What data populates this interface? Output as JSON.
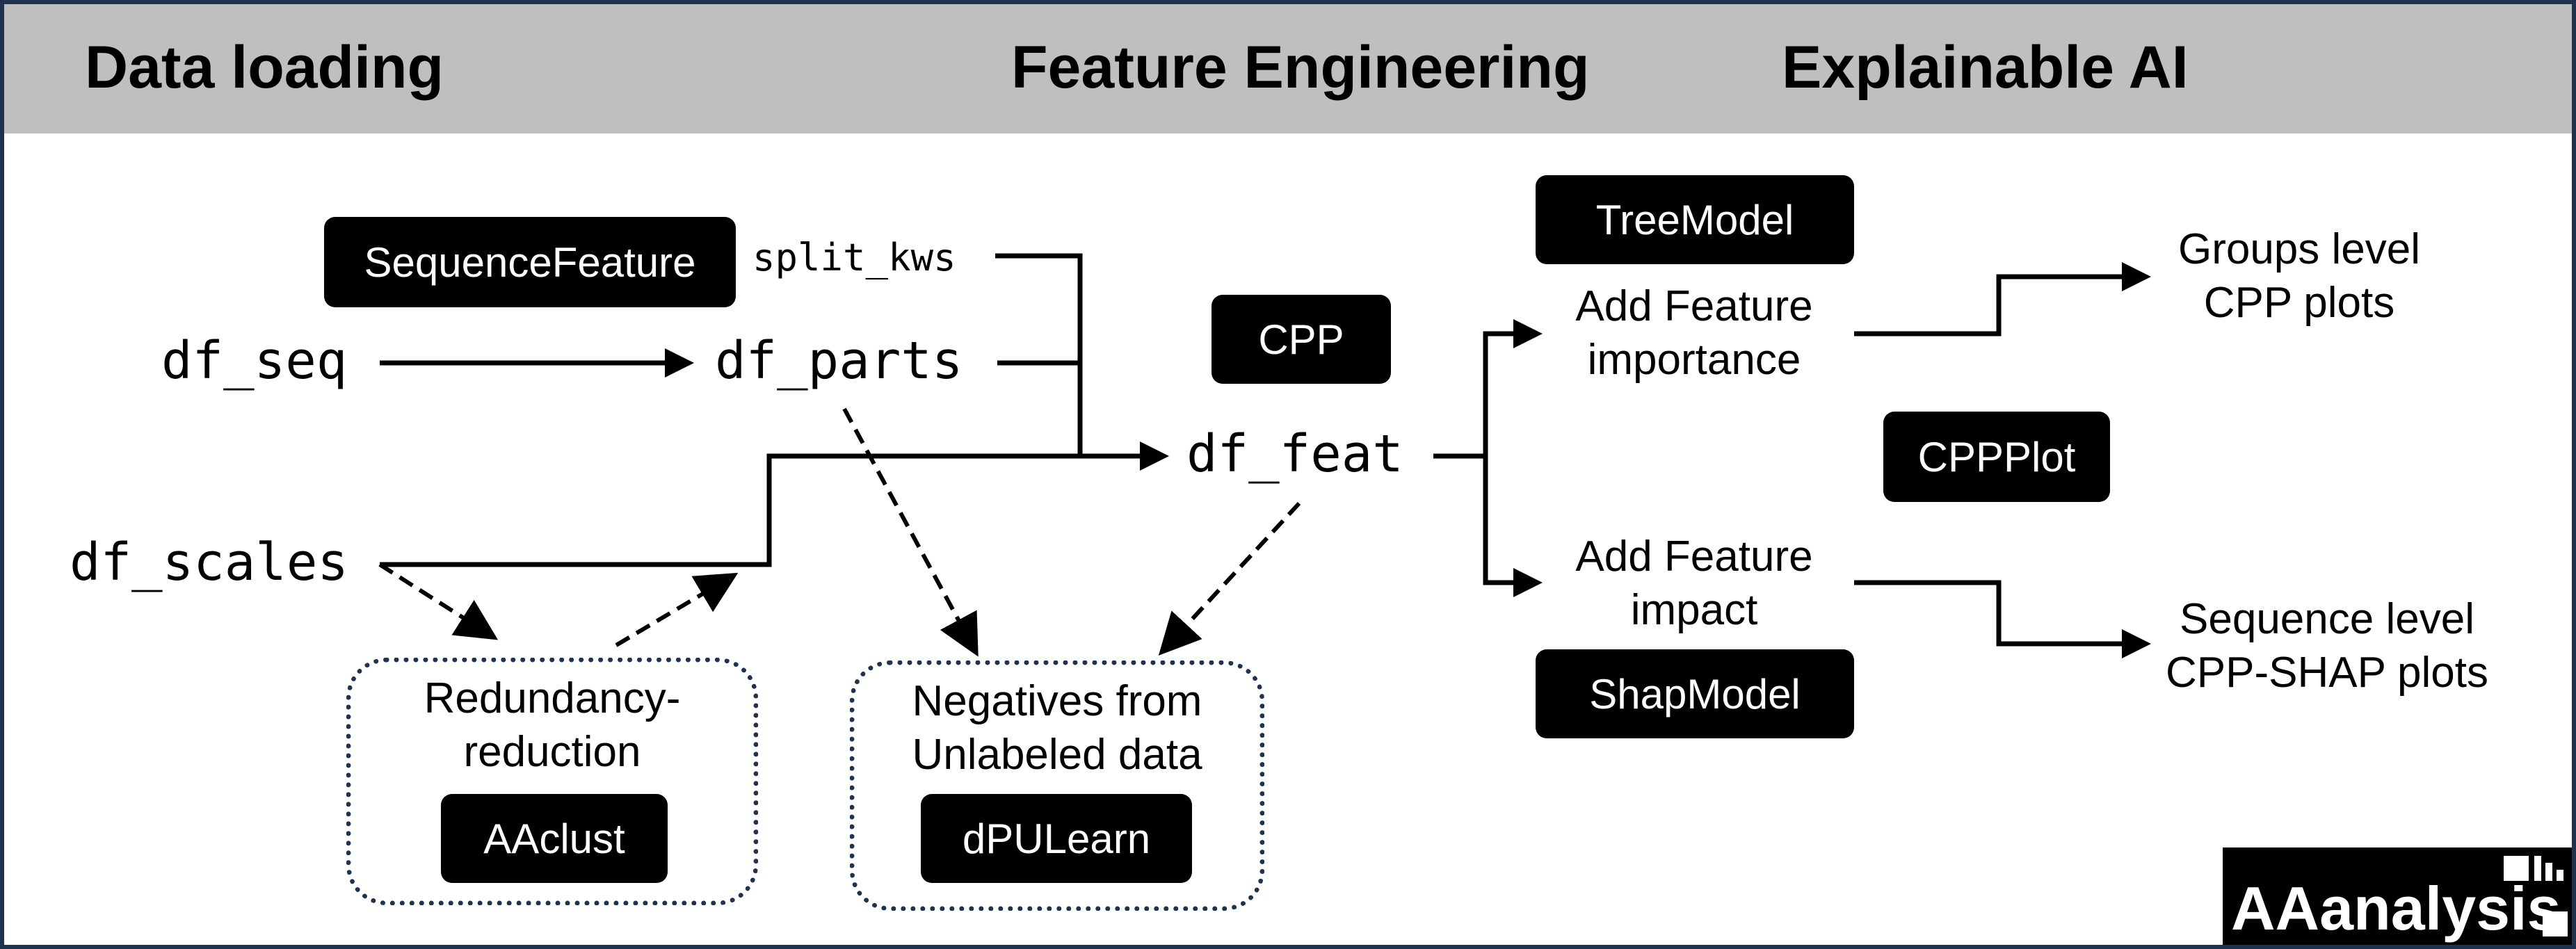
{
  "sections": {
    "data_loading": "Data loading",
    "feature_engineering": "Feature Engineering",
    "explainable_ai": "Explainable AI"
  },
  "data": {
    "df_seq": "df_seq",
    "df_parts": "df_parts",
    "df_scales": "df_scales",
    "df_feat": "df_feat",
    "split_kws": "split_kws"
  },
  "tools": {
    "sequence_feature": "SequenceFeature",
    "cpp": "CPP",
    "tree_model": "TreeModel",
    "shap_model": "ShapModel",
    "cpp_plot": "CPPPlot",
    "aaclust": "AAclust",
    "dpulearn": "dPULearn"
  },
  "steps": {
    "add_importance": [
      "Add Feature",
      "importance"
    ],
    "add_impact": [
      "Add Feature",
      "impact"
    ],
    "redundancy": [
      "Redundancy-",
      "reduction"
    ],
    "negatives": [
      "Negatives from",
      "Unlabeled data"
    ],
    "group_plots": [
      "Groups level",
      "CPP plots"
    ],
    "sequence_plots": [
      "Sequence level",
      "CPP-SHAP plots"
    ]
  },
  "logo": {
    "text": "AAanalysis"
  },
  "colors": {
    "header_band": "#bfbfbf",
    "frame": "#1f3350",
    "pill": "#000000"
  }
}
